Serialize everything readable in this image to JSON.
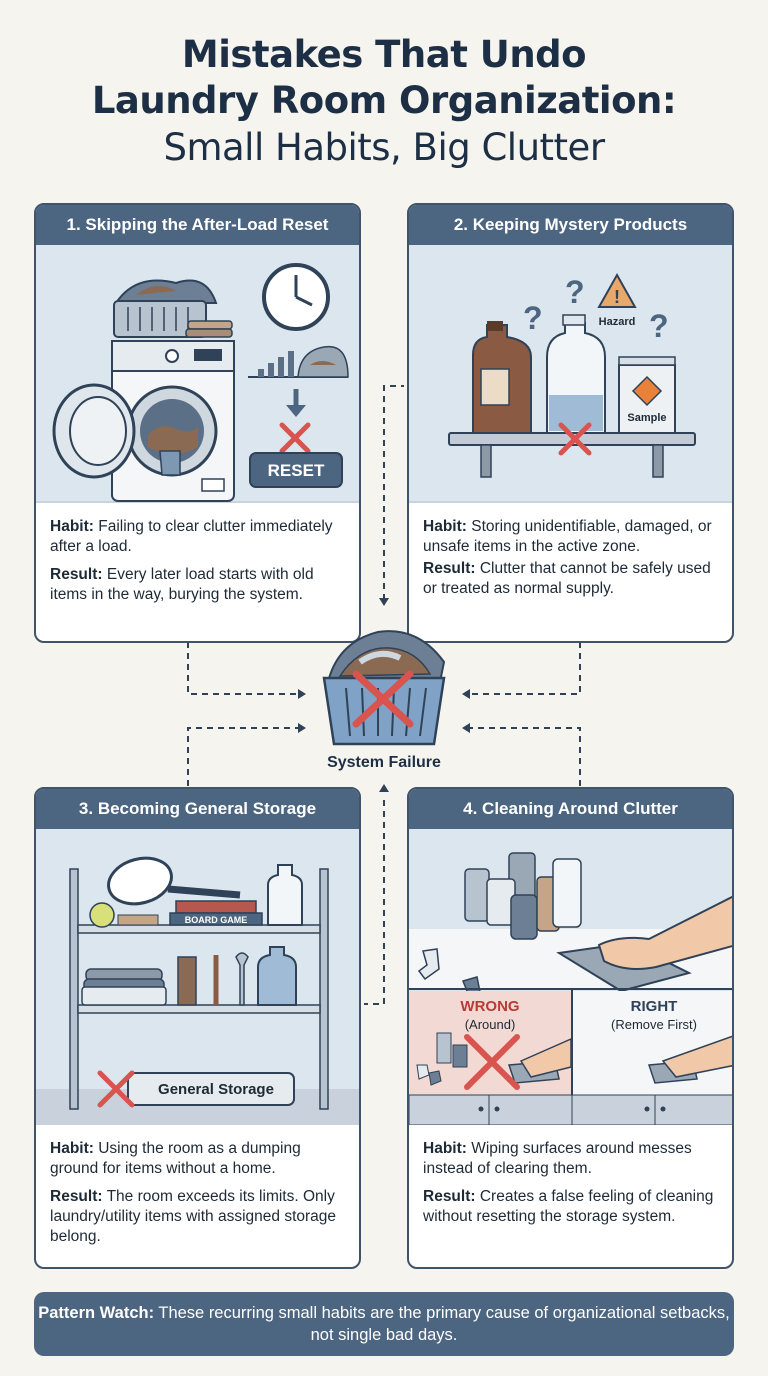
{
  "title": {
    "line1": "Mistakes That Undo",
    "line2": "Laundry Room Organization:",
    "line3": "Small Habits, Big Clutter"
  },
  "cards": [
    {
      "heading": "1. Skipping the After-Load Reset",
      "habit_label": "Habit:",
      "habit": "Failing to clear clutter immediately after a load.",
      "result_label": "Result:",
      "result": "Every later load starts with old items in the way, burying the system.",
      "scene_text": {
        "reset": "RESET"
      }
    },
    {
      "heading": "2. Keeping Mystery Products",
      "habit_label": "Habit:",
      "habit": "Storing unidentifiable, damaged, or unsafe items in the active zone.",
      "result_label": "Result:",
      "result": "Clutter that cannot be safely used or treated as normal supply.",
      "scene_text": {
        "hazard": "Hazard",
        "sample": "Sample"
      }
    },
    {
      "heading": "3. Becoming General Storage",
      "habit_label": "Habit:",
      "habit": "Using the room as a dumping ground for items without a home.",
      "result_label": "Result:",
      "result": "The room exceeds its limits. Only laundry/utility items with assigned storage belong.",
      "scene_text": {
        "board_game": "BOARD GAME",
        "general_storage": "General Storage"
      }
    },
    {
      "heading": "4. Cleaning Around Clutter",
      "habit_label": "Habit:",
      "habit": "Wiping surfaces around messes instead of clearing them.",
      "result_label": "Result:",
      "result": "Creates a false feeling of cleaning without resetting the storage system.",
      "scene_text": {
        "wrong": "WRONG",
        "wrong_sub": "(Around)",
        "right": "RIGHT",
        "right_sub": "(Remove First)"
      }
    }
  ],
  "center": {
    "label": "System Failure"
  },
  "footer": {
    "label": "Pattern Watch:",
    "text": "These recurring small habits are the primary cause of organizational setbacks, not single bad days."
  },
  "colors": {
    "header": "#4c6580",
    "scene_bg": "#dce6ef",
    "cross": "#d9534f",
    "text": "#1d2f45"
  },
  "icons": [
    "clock-icon",
    "down-arrow-icon",
    "question-mark-icon",
    "hazard-icon",
    "x-mark-icon",
    "laundry-basket-icon"
  ]
}
